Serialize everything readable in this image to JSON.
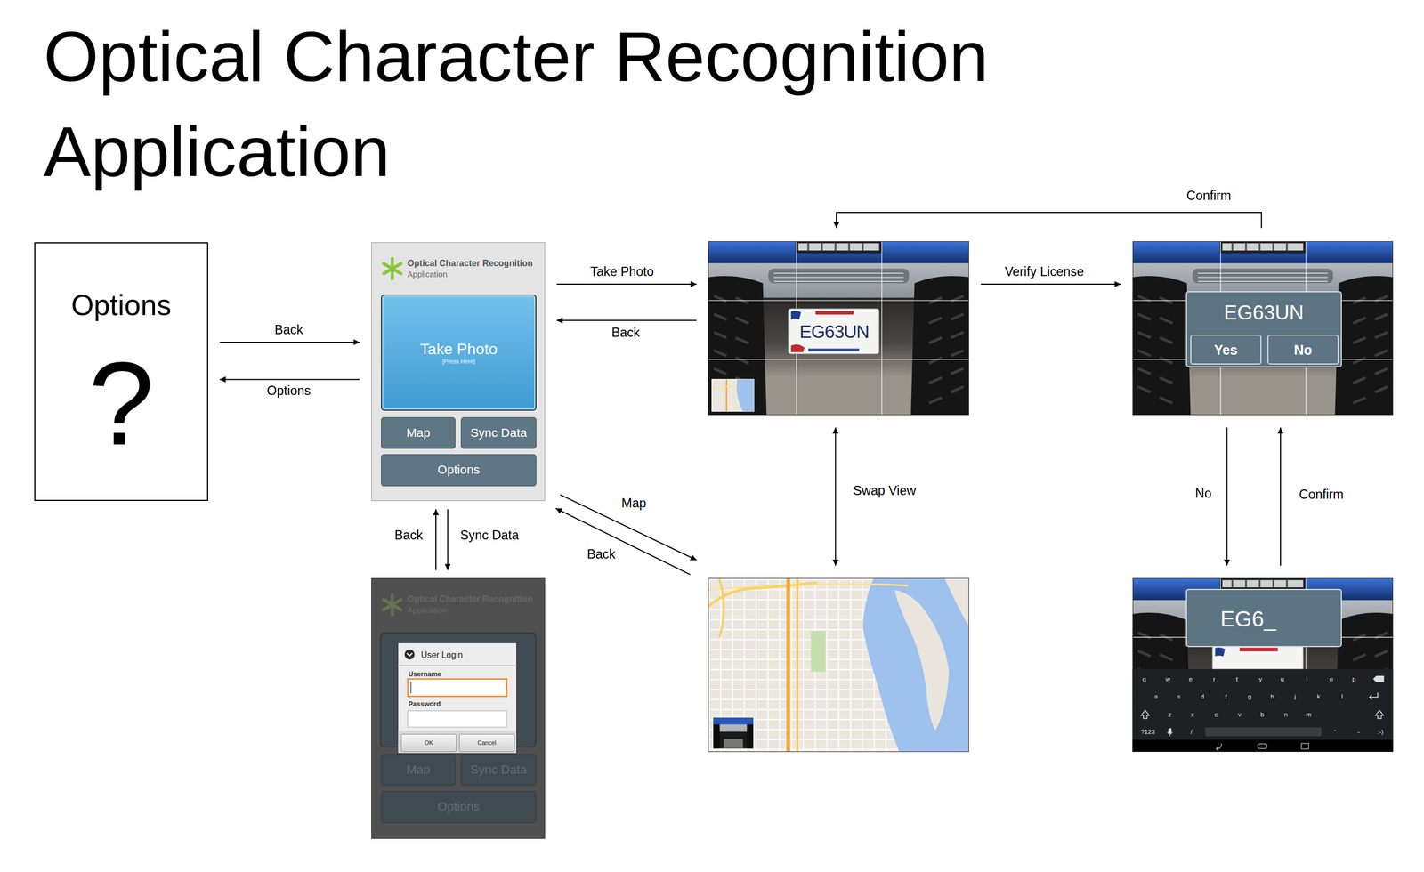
{
  "diagram": {
    "title": "Optical Character Recognition Application",
    "nodes": [
      {
        "text": [
          "Options",
          "?"
        ]
      },
      {
        "text": [
          "Optical Character Recognition",
          "Application"
        ]
      },
      {
        "text": [
          "Take Photo",
          "[Press Here]"
        ],
        "in": 1
      },
      {
        "text": [
          "Map"
        ],
        "in": 1
      },
      {
        "text": [
          "Sync Data"
        ],
        "in": 1
      },
      {
        "text": [
          "Options"
        ],
        "in": 1
      },
      {
        "text": []
      },
      {
        "text": [
          "EG63UN"
        ],
        "in": 6
      },
      {
        "text": []
      },
      {
        "text": [
          "EG63UN"
        ],
        "in": 8
      },
      {
        "text": [
          "Yes"
        ],
        "in": 9
      },
      {
        "text": [
          "No"
        ],
        "in": 9
      },
      {
        "text": [
          "Optical Character Recognition",
          "Application"
        ]
      },
      {
        "text": [
          "Map"
        ],
        "in": 12
      },
      {
        "text": [
          "Sync Data"
        ],
        "in": 12
      },
      {
        "text": [
          "Options"
        ],
        "in": 12
      },
      {
        "text": [
          "User Login",
          "Username",
          "Password"
        ],
        "in": 12
      },
      {
        "text": [
          "OK"
        ],
        "in": 16
      },
      {
        "text": [
          "Cancel"
        ],
        "in": 16
      },
      {
        "text": []
      },
      {
        "text": []
      },
      {
        "text": [
          "EG6_"
        ],
        "in": 20
      }
    ],
    "edges": [
      {
        "from": 0,
        "to": 1,
        "label": "Back",
        "arrow": "to"
      },
      {
        "from": 1,
        "to": 0,
        "label": "Options",
        "arrow": "to"
      },
      {
        "from": 1,
        "to": 6,
        "label": "Take Photo",
        "arrow": "to"
      },
      {
        "from": 6,
        "to": 1,
        "label": "Back",
        "arrow": "to"
      },
      {
        "from": 6,
        "to": 8,
        "label": "Verify License",
        "arrow": "to"
      },
      {
        "from": 8,
        "to": 6,
        "label": "Confirm",
        "arrow": "to"
      },
      {
        "from": 6,
        "to": 19,
        "label": "Swap View",
        "arrow": "both"
      },
      {
        "from": 8,
        "to": 20,
        "label": "No",
        "arrow": "to"
      },
      {
        "from": 20,
        "to": 8,
        "label": "Confirm",
        "arrow": "to"
      },
      {
        "from": 1,
        "to": 19,
        "label": "Map",
        "arrow": "to"
      },
      {
        "from": 19,
        "to": 1,
        "label": "Back",
        "arrow": "to"
      },
      {
        "from": 1,
        "to": 12,
        "label": "Sync Data",
        "arrow": "to"
      },
      {
        "from": 12,
        "to": 1,
        "label": "Back",
        "arrow": "to"
      }
    ],
    "labels": [
      "q",
      "w",
      "e",
      "r",
      "t",
      "y",
      "u",
      "i",
      "o",
      "p",
      "a",
      "s",
      "d",
      "f",
      "g",
      "h",
      "j",
      "k",
      "l",
      "z",
      "x",
      "c",
      "v",
      "b",
      "n",
      "m",
      "?123",
      "/",
      "'",
      "-",
      ":-)"
    ]
  }
}
